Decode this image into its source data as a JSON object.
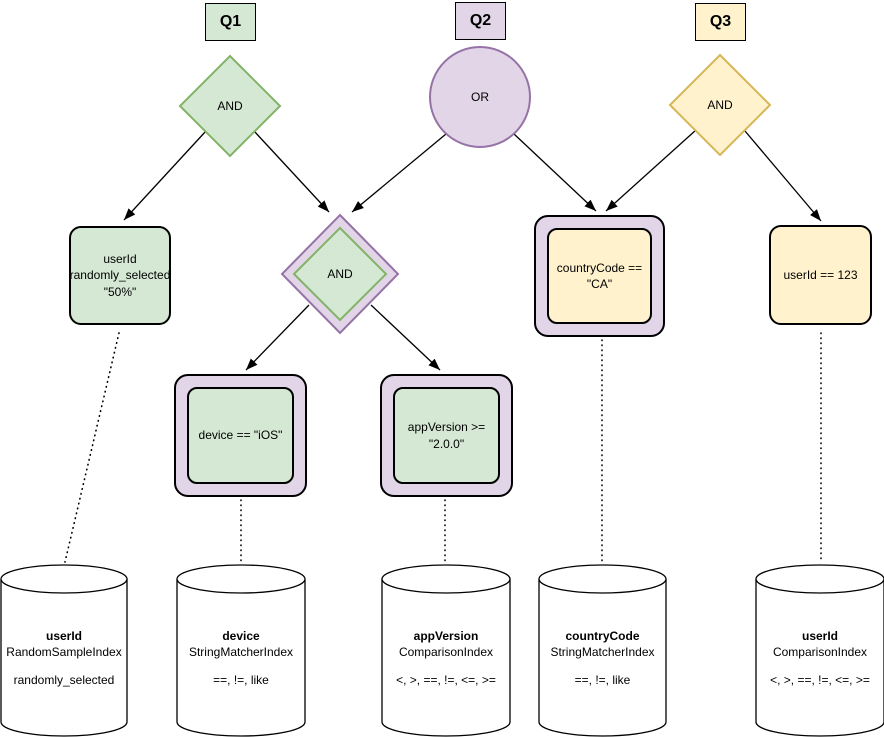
{
  "queries": [
    {
      "label": "Q1"
    },
    {
      "label": "Q2"
    },
    {
      "label": "Q3"
    }
  ],
  "nodes": {
    "q1_operator": "AND",
    "q2_operator": "OR",
    "q3_operator": "AND",
    "shared_operator": "AND",
    "cond_random": {
      "line1": "userId",
      "line2": "randomly_selected",
      "line3": "\"50%\""
    },
    "cond_device": {
      "line1": "device == \"iOS\""
    },
    "cond_appversion": {
      "line1": "appVersion >=",
      "line2": "\"2.0.0\""
    },
    "cond_country": {
      "line1": "countryCode ==",
      "line2": "\"CA\""
    },
    "cond_userid": {
      "line1": "userId == 123"
    }
  },
  "indexes": [
    {
      "field": "userId",
      "index": "RandomSampleIndex",
      "ops": "randomly_selected"
    },
    {
      "field": "device",
      "index": "StringMatcherIndex",
      "ops": "==, !=, like"
    },
    {
      "field": "appVersion",
      "index": "ComparisonIndex",
      "ops": "<, >, ==, !=, <=, >="
    },
    {
      "field": "countryCode",
      "index": "StringMatcherIndex",
      "ops": "==, !=, like"
    },
    {
      "field": "userId",
      "index": "ComparisonIndex",
      "ops": "<, >, ==, !=, <=, >="
    }
  ],
  "colors": {
    "green_fill": "#d5e8d4",
    "green_stroke": "#82b366",
    "purple_fill": "#e1d5e7",
    "purple_stroke": "#9673a6",
    "yellow_fill": "#fff2cc",
    "yellow_stroke": "#d6b656",
    "edge": "#000000",
    "cylinder_fill": "#ffffff"
  }
}
